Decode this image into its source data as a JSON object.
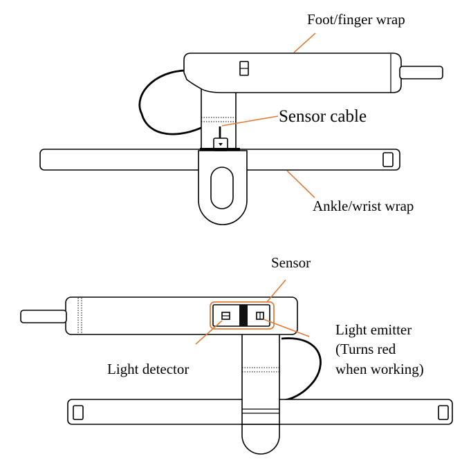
{
  "labels": {
    "foot_finger_wrap": "Foot/finger wrap",
    "sensor_cable": "Sensor cable",
    "ankle_wrist_wrap": "Ankle/wrist wrap",
    "sensor": "Sensor",
    "light_emitter": "Light emitter",
    "light_emitter_note_line1": "(Turns red",
    "light_emitter_note_line2": "when working)",
    "light_detector": "Light detector"
  },
  "colors": {
    "leader_line": "#e07b39",
    "outline": "#000000"
  }
}
